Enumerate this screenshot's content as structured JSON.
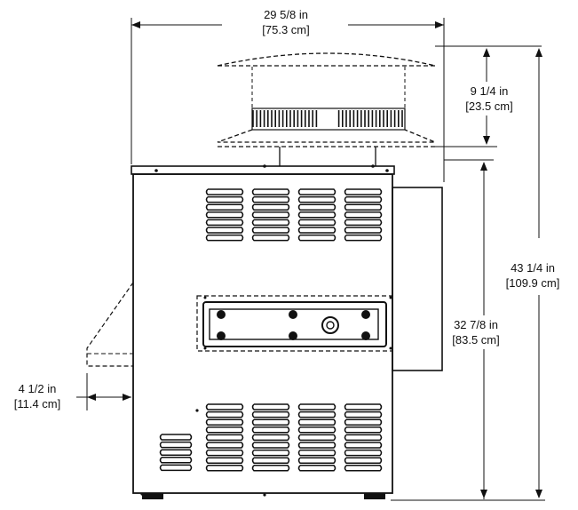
{
  "dimensions": {
    "overall_width": {
      "imperial": "29 5/8 in",
      "metric": "[75.3 cm]"
    },
    "cap_height": {
      "imperial": "9 1/4 in",
      "metric": "[23.5 cm]"
    },
    "overall_height": {
      "imperial": "43 1/4 in",
      "metric": "[109.9 cm]"
    },
    "cabinet_height": {
      "imperial": "32 7/8 in",
      "metric": "[83.5 cm]"
    },
    "side_offset": {
      "imperial": "4 1/2 in",
      "metric": "[11.4 cm]"
    }
  },
  "colors": {
    "ink": "#111111",
    "background": "#ffffff"
  }
}
